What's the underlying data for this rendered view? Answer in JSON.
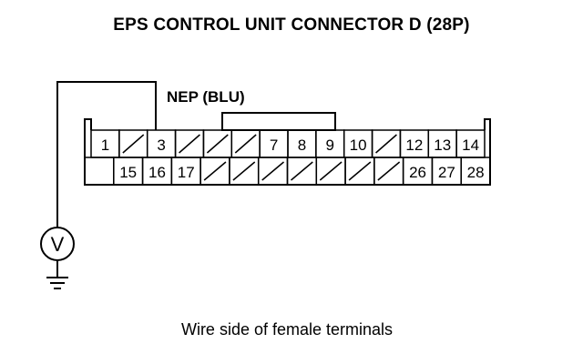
{
  "title": "EPS CONTROL UNIT CONNECTOR D (28P)",
  "wire_label": "NEP (BLU)",
  "caption": "Wire side of female terminals",
  "meter_symbol": "V",
  "connector": {
    "top_row": [
      "1",
      "",
      "3",
      "",
      "",
      "",
      "7",
      "8",
      "9",
      "10",
      "",
      "12",
      "13",
      "14"
    ],
    "bottom_row": [
      "",
      "15",
      "16",
      "17",
      "",
      "",
      "",
      "",
      "",
      "",
      "",
      "26",
      "27",
      "28"
    ]
  },
  "probe_terminal": "3",
  "icons": {
    "meter": "voltmeter-icon",
    "ground": "ground-icon",
    "empty_cavity": "slash-mark"
  }
}
